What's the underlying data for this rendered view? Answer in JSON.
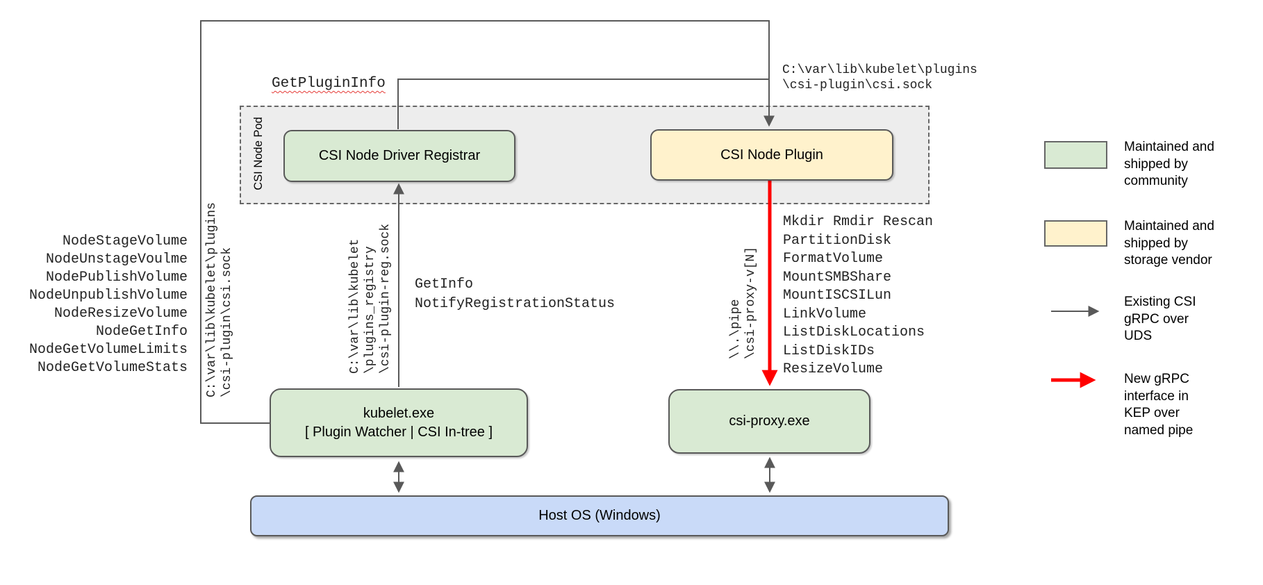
{
  "diagram": {
    "pod": {
      "label": "CSI Node Pod"
    },
    "nodes": {
      "registrar": {
        "label": "CSI Node Driver Registrar"
      },
      "plugin": {
        "label": "CSI Node Plugin"
      },
      "kubelet": {
        "line1": "kubelet.exe",
        "line2": "[ Plugin Watcher | CSI In-tree ]"
      },
      "csi_proxy": {
        "label": "csi-proxy.exe"
      },
      "host_os": {
        "label": "Host OS (Windows)"
      }
    },
    "labels": {
      "get_plugin_info": "GetPluginInfo",
      "csi_sock_path": "C:\\var\\lib\\kubelet\\plugins\n\\csi-plugin\\csi.sock",
      "registration_sock_path": "C:\\var\\lib\\kubelet\n\\plugins_registry\n\\csi-plugin-reg.sock",
      "named_pipe_path": "\\\\.\\pipe\n\\csi-proxy-v[N]",
      "registration_calls": "GetInfo\nNotifyRegistrationStatus"
    },
    "node_calls": [
      "NodeStageVolume",
      "NodeUnstageVoulme",
      "NodePublishVolume",
      "NodeUnpublishVolume",
      "NodeResizeVolume",
      "NodeGetInfo",
      "NodeGetVolumeLimits",
      "NodeGetVolumeStats"
    ],
    "proxy_calls": [
      "Mkdir Rmdir Rescan",
      "PartitionDisk",
      "FormatVolume",
      "MountSMBShare",
      "MountISCSILun",
      "LinkVolume",
      "ListDiskLocations",
      "ListDiskIDs",
      "ResizeVolume"
    ],
    "legend": {
      "items": [
        {
          "swatch": "green-box",
          "text": "Maintained and\nshipped by\ncommunity"
        },
        {
          "swatch": "yellow-box",
          "text": "Maintained and\nshipped by\nstorage vendor"
        },
        {
          "swatch": "gray-arrow",
          "text": "Existing CSI\ngRPC over\nUDS"
        },
        {
          "swatch": "red-arrow",
          "text": "New gRPC\ninterface in\nKEP over\nnamed pipe"
        }
      ]
    },
    "colors": {
      "community_green": "#d9ead3",
      "vendor_yellow": "#fff2cc",
      "host_blue": "#c9daf8",
      "pod_gray": "#ededed",
      "connector_gray": "#595959",
      "new_interface_red": "#ff0000",
      "squiggle_red": "#e53935"
    }
  }
}
